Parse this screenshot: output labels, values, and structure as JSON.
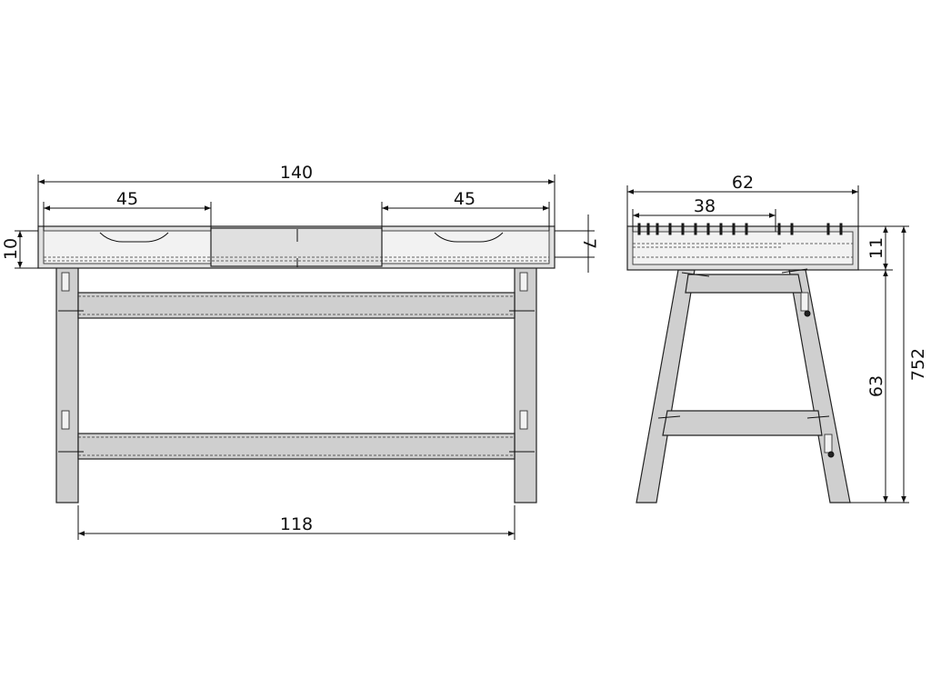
{
  "colors": {
    "line": "#111111",
    "part": "#cfcfcf",
    "part_light": "#e0e0e0",
    "inner": "#f2f2f2"
  },
  "front_view": {
    "overall_width": "140",
    "drawer_left_width": "45",
    "drawer_right_width": "45",
    "top_height": "10",
    "drawer_depth": "7",
    "leg_spacing": "118"
  },
  "side_view": {
    "overall_depth": "62",
    "inner_depth": "38",
    "top_height": "11",
    "leg_height": "63",
    "total_height": "752"
  }
}
